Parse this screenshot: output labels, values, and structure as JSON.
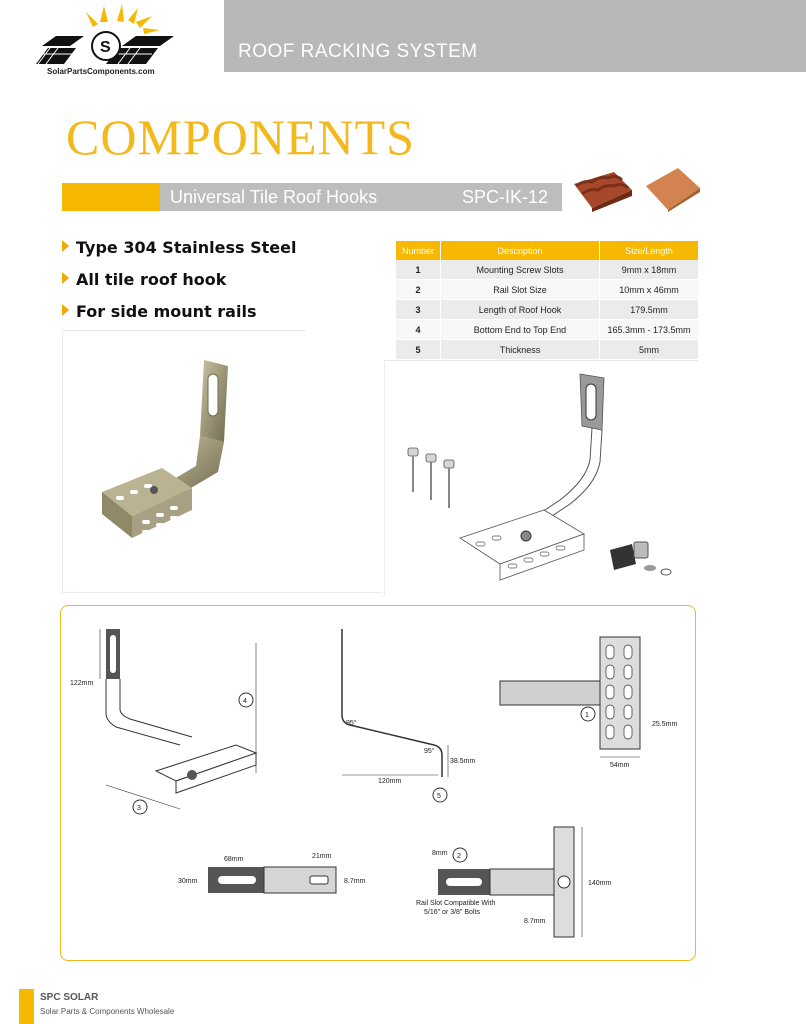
{
  "header": {
    "title": "ROOF RACKING SYSTEM",
    "logo_text": "SolarPartsComponents.com",
    "logo_letter": "S"
  },
  "heading": {
    "title": "COMPONENTS",
    "product_name": "Universal Tile Roof Hooks",
    "product_code": "SPC-IK-12"
  },
  "features": [
    "Type 304 Stainless Steel",
    "All tile roof hook",
    "For side mount rails"
  ],
  "spec_table": {
    "headers": [
      "Number",
      "Description",
      "Size/Length"
    ],
    "rows": [
      [
        "1",
        "Mounting Screw Slots",
        "9mm x 18mm"
      ],
      [
        "2",
        "Rail Slot Size",
        "10mm x 46mm"
      ],
      [
        "3",
        "Length of Roof Hook",
        "179.5mm"
      ],
      [
        "4",
        "Bottom End to Top End",
        "165.3mm - 173.5mm"
      ],
      [
        "5",
        "Thickness",
        "5mm"
      ]
    ]
  },
  "dimensions": {
    "d1_height": "122mm",
    "angle_a": "95°",
    "angle_b": "95°",
    "d_length": "120mm",
    "d_end": "38.5mm",
    "d_slot_pitch": "25.5mm",
    "d_base_width": "54mm",
    "d_slot_len": "68mm",
    "d_slot_end": "21mm",
    "d_width": "30mm",
    "d_end_h": "8.7mm",
    "d_offset": "8mm",
    "d_total": "140mm",
    "d_side": "8.7mm",
    "rail_note_1": "Rail Slot Compatible With",
    "rail_note_2": "5/16\" or 3/8\" Bolts",
    "callouts": [
      "1",
      "2",
      "3",
      "4",
      "5"
    ]
  },
  "footer": {
    "brand": "SPC SOLAR",
    "tagline": "Solar Parts & Components Wholesale"
  },
  "colors": {
    "accent": "#f6b800",
    "gray_band": "#bdbdbd",
    "title_gold": "#f2b81c",
    "tile_red": "#b5532f",
    "tile_orange": "#d2834f"
  }
}
